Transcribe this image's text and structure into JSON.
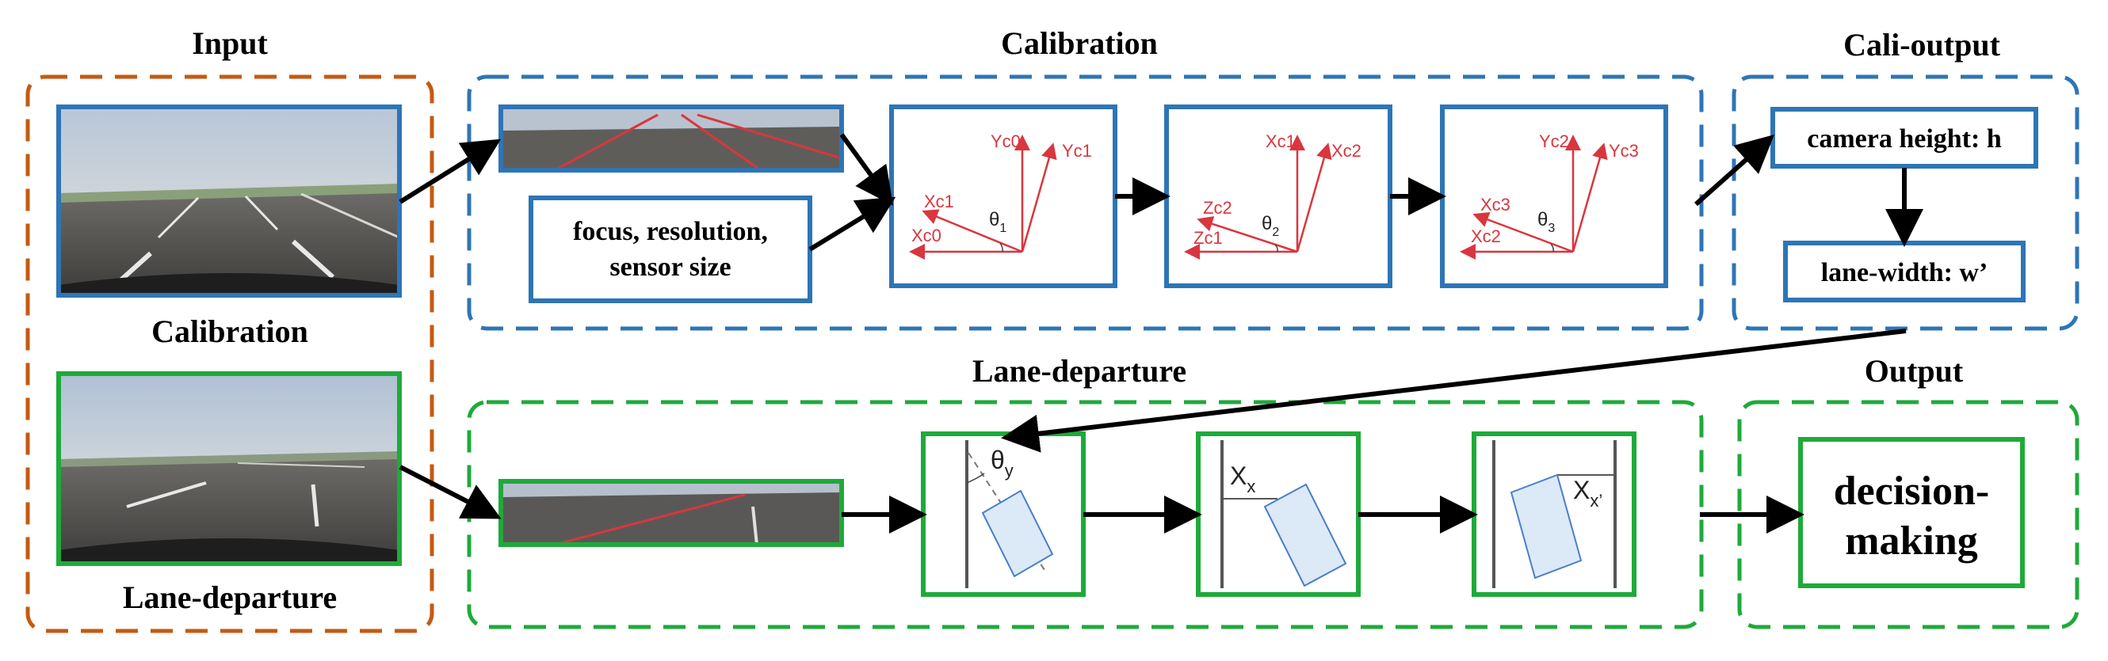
{
  "colors": {
    "orange": "#c55a11",
    "blue": "#2e75b6",
    "green": "#1faa3a",
    "axis_red": "#d9363e",
    "rect_fill": "#dce9f7",
    "rect_stroke": "#4a7fc8"
  },
  "sections": {
    "input": "Input",
    "calibration": "Calibration",
    "cali_output": "Cali-output",
    "lane_departure": "Lane-departure",
    "output": "Output"
  },
  "input_labels": {
    "calibration": "Calibration",
    "lane_departure": "Lane-departure"
  },
  "calibration": {
    "params_line1": "focus, resolution,",
    "params_line2": "sensor size",
    "frame1": {
      "x_top": "Xc1",
      "x_bottom": "Xc0",
      "y_left": "Yc0",
      "y_right": "Yc1",
      "angle": "θ",
      "angle_sub": "1"
    },
    "frame2": {
      "x_top": "Zc2",
      "x_bottom": "Zc1",
      "y_left": "Xc1",
      "y_right": "Xc2",
      "angle": "θ",
      "angle_sub": "2"
    },
    "frame3": {
      "x_top": "Xc3",
      "x_bottom": "Xc2",
      "y_left": "Yc2",
      "y_right": "Yc3",
      "angle": "θ",
      "angle_sub": "3"
    }
  },
  "cali_output": {
    "camera_height": "camera height: h",
    "lane_width": "lane-width: w’"
  },
  "lane_departure": {
    "theta": "θ",
    "theta_sub": "y",
    "x": "X",
    "x_sub": "x",
    "x2_sub": "x’"
  },
  "output": {
    "line1": "decision-",
    "line2": "making"
  }
}
